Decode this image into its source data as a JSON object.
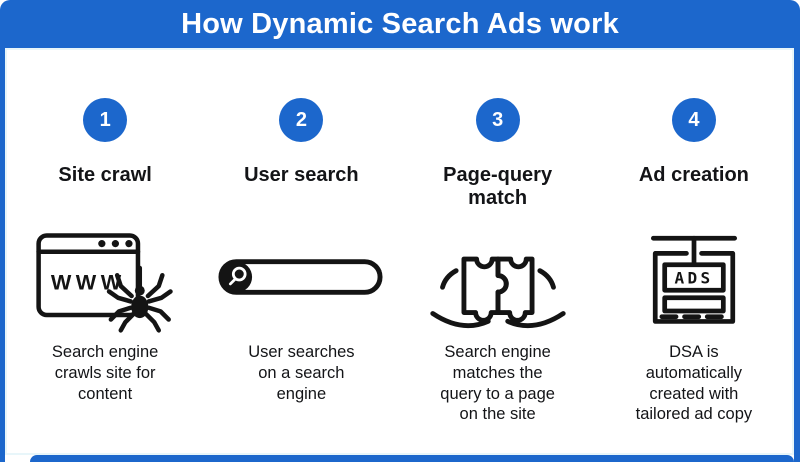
{
  "header": {
    "title": "How Dynamic Search Ads work"
  },
  "colors": {
    "accent": "#1c67cc",
    "text_color": "#131417",
    "card_border": "#e8f6fa",
    "icon_color": "#141414"
  },
  "steps": [
    {
      "number": "1",
      "label": "Site crawl",
      "icon": "browser-www-spider-icon",
      "icon_text": "WWW",
      "description": "Search engine\ncrawls site for\ncontent"
    },
    {
      "number": "2",
      "label": "User search",
      "icon": "search-bar-icon",
      "description": "User searches\non a search\nengine"
    },
    {
      "number": "3",
      "label": "Page-query\nmatch",
      "icon": "puzzle-match-icon",
      "description": "Search engine\nmatches the\nquery to a page\non the site"
    },
    {
      "number": "4",
      "label": "Ad creation",
      "icon": "ads-sign-icon",
      "icon_text": "ADS",
      "description": "DSA is\nautomatically\ncreated with\ntailored ad copy"
    }
  ]
}
